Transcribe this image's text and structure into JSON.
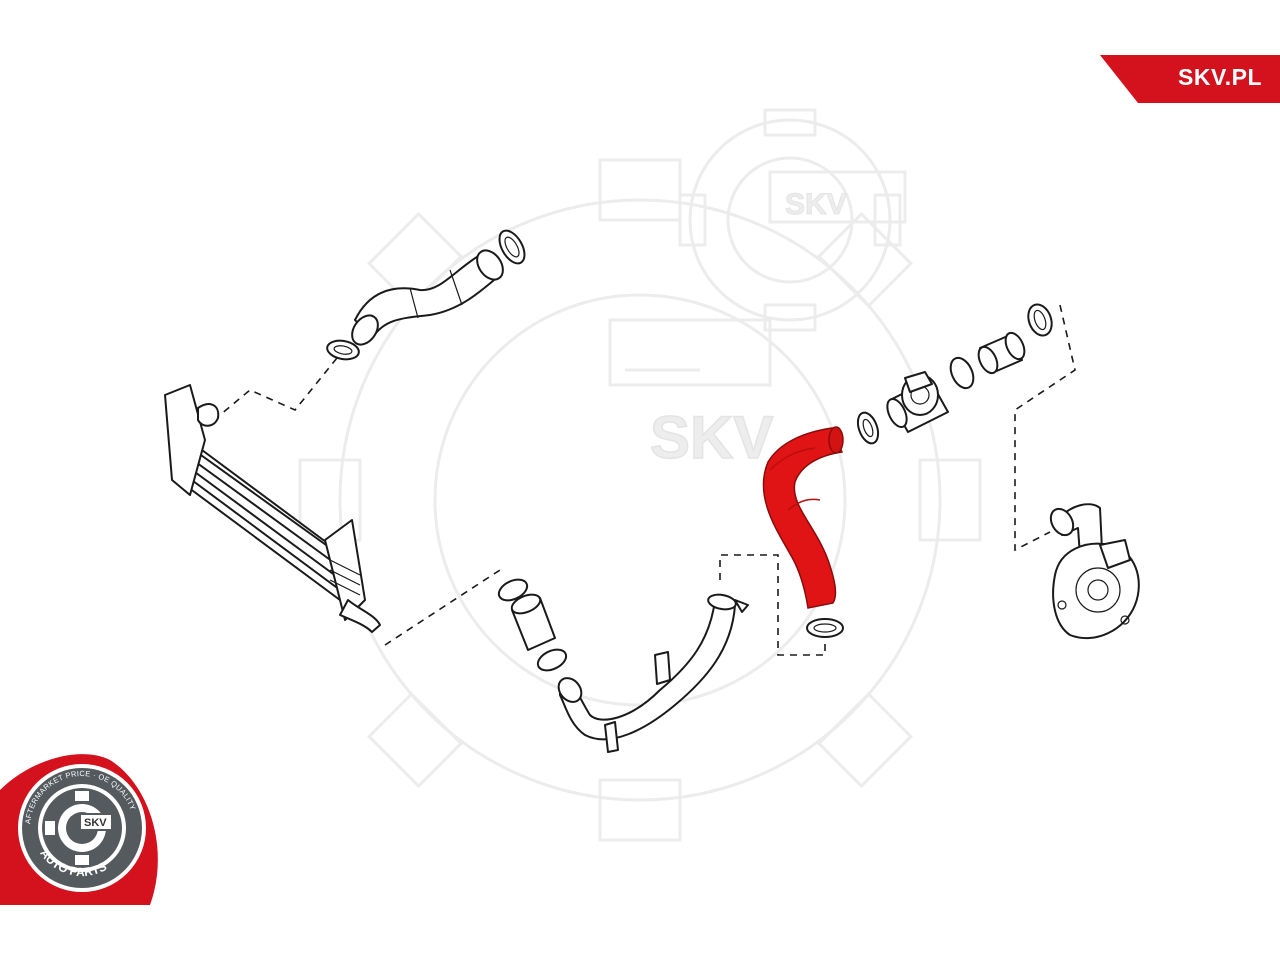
{
  "brand": {
    "site_label": "SKV.PL",
    "accent_color": "#d4121e"
  },
  "watermark": {
    "small_text": "SKV",
    "large_text": "SKV"
  },
  "seal": {
    "ring_text": "AFTERMARKET PRICE · OE QUALITY",
    "center_text": "SKV",
    "bottom_text": "AUTO PARTS",
    "ring_color": "#d4121e"
  },
  "diagram": {
    "highlighted_part_color": "#e01414",
    "parts": [
      {
        "name": "intercooler"
      },
      {
        "name": "upper-charge-hose"
      },
      {
        "name": "clamp-upper-left"
      },
      {
        "name": "clamp-upper-right"
      },
      {
        "name": "small-sleeve"
      },
      {
        "name": "clamp-sleeve-top"
      },
      {
        "name": "clamp-sleeve-bottom"
      },
      {
        "name": "charge-pipe"
      },
      {
        "name": "highlighted-hose"
      },
      {
        "name": "clamp-hose-bottom"
      },
      {
        "name": "clamp-hose-top"
      },
      {
        "name": "throttle-body"
      },
      {
        "name": "clamp-throttle-right"
      },
      {
        "name": "coupler-sleeve"
      },
      {
        "name": "clamp-coupler-right"
      },
      {
        "name": "turbocharger"
      }
    ]
  }
}
